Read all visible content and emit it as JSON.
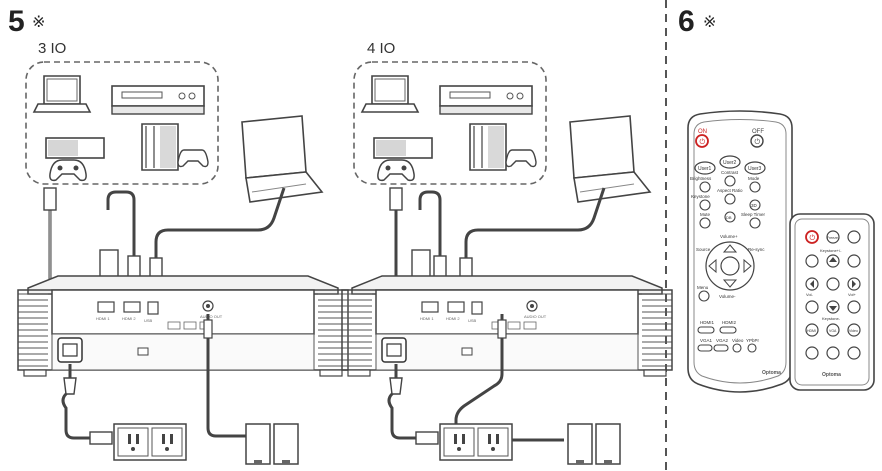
{
  "step5": {
    "number": "5",
    "mark": "※"
  },
  "step6": {
    "number": "6",
    "mark": "※"
  },
  "diagram_left": {
    "label": "3 IO"
  },
  "diagram_right": {
    "label": "4 IO"
  },
  "remote_large": {
    "on_label": "ON",
    "off_label": "OFF",
    "user1": "User1",
    "user2": "User2",
    "user3": "User3",
    "brightness": "Brightness",
    "contrast": "Contrast",
    "mode": "Mode",
    "keystone": "Keystone",
    "aspect_ratio": "Aspect Ratio",
    "three_d": "3D",
    "mute": "Mute",
    "dynamic_black": "DB",
    "sleep_timer": "Sleep Timer",
    "volume_plus": "Volume+",
    "source": "Source",
    "resync": "Re-sync",
    "menu": "Menu",
    "volume_minus": "Volume-",
    "hdmi1": "HDMI1",
    "hdmi2": "HDMI2",
    "vga1": "VGA1",
    "vga2": "VGA2",
    "video": "Video",
    "ypbpr": "YPbPr",
    "brand": "Optoma"
  },
  "remote_small": {
    "freeze": "Freeze",
    "keystone_plus_minus": "Keystone+/-",
    "vol_minus": "Vol-",
    "vol_plus": "Vol+",
    "keystone_minus": "Keystone-",
    "hdmi": "HDMI",
    "vga": "VGA",
    "video": "Video",
    "brand": "Optoma"
  }
}
